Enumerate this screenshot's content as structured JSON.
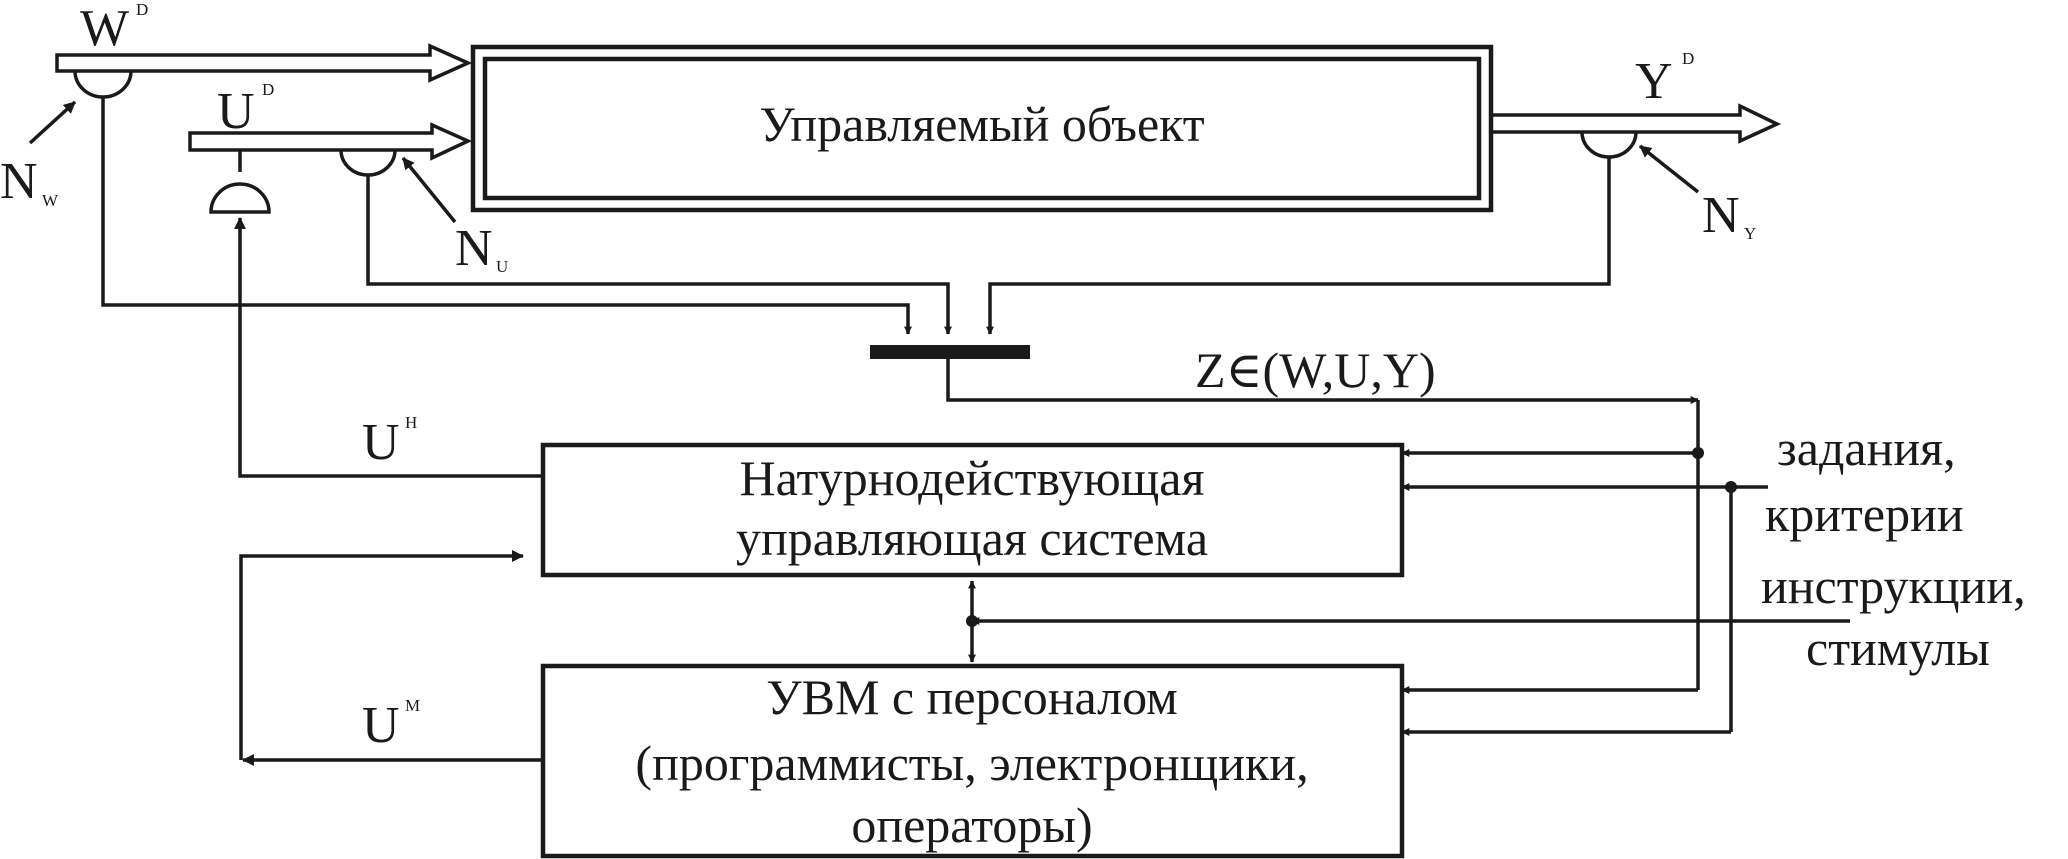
{
  "object_box": {
    "label": "Управляемый объект"
  },
  "control_box": {
    "line1": "Натурнодействующая",
    "line2": "управляющая система"
  },
  "computer_box": {
    "line1": "УВМ с персоналом",
    "line2": "(программисты, электронщики,",
    "line3": "операторы)"
  },
  "signals": {
    "w_main": "W",
    "w_sup": "D",
    "u_main": "U",
    "u_sup": "D",
    "y_main": "Y",
    "y_sup": "D",
    "nw_main": "N",
    "nw_sub": "W",
    "nu_main": "N",
    "nu_sub": "U",
    "ny_main": "N",
    "ny_sub": "Y",
    "z_label": "Z∈(W,U,Y)",
    "uh_main": "U",
    "uh_sup": "H",
    "um_main": "U",
    "um_sup": "M"
  },
  "inputs": {
    "tasks_line1": "задания,",
    "tasks_line2": "критерии",
    "instr_line1": "инструкции,",
    "instr_line2": "стимулы"
  }
}
